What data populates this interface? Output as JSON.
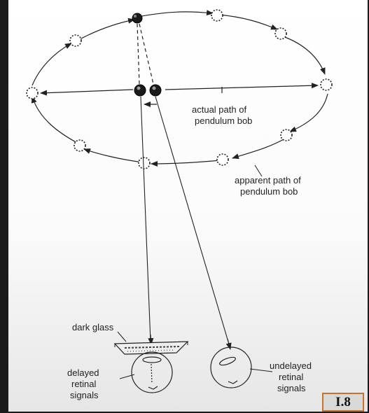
{
  "labels": {
    "actual_path_1": "actual path of",
    "actual_path_2": "pendulum bob",
    "apparent_path_1": "apparent path of",
    "apparent_path_2": "pendulum bob",
    "dark_glass": "dark glass",
    "delayed_1": "delayed",
    "delayed_2": "retinal",
    "delayed_3": "signals",
    "undelayed_1": "undelayed",
    "undelayed_2": "retinal",
    "undelayed_3": "signals"
  },
  "badge": "I.8"
}
